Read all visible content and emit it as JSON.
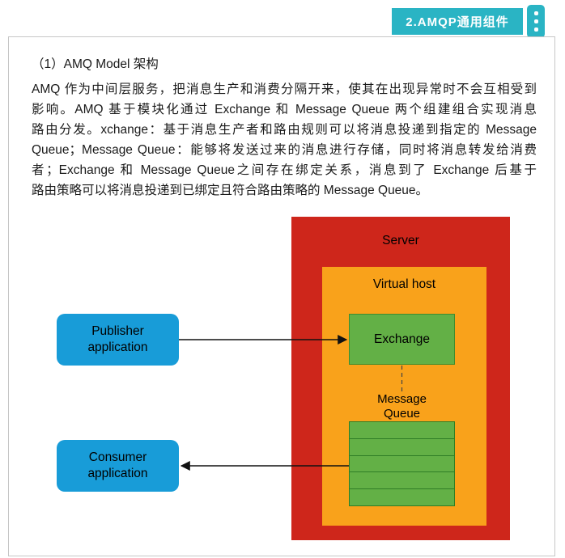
{
  "header": {
    "section_badge": "2.AMQP通用组件"
  },
  "article": {
    "heading": "（1）AMQ Model 架构",
    "body_lines": [
      "AMQ 作为中间层服务，把消息生产和消费分隔开来，使其在出现异常时不会互相受到",
      "影响。AMQ 基于模块化通过 Exchange 和 Message Queue 两个组建组合实现消息",
      "路由分发。xchange：基于消息生产者和路由规则可以将消息投递到指定的 Message",
      "Queue；Message Queue：能够将发送过来的消息进行存储，同时将消息转发给消费",
      "者；Exchange 和 Message Queue之间存在绑定关系，消息到了 Exchange 后基于",
      "路由策略可以将消息投递到已绑定且符合路由策略的 Message Queue。"
    ]
  },
  "diagram": {
    "server_label": "Server",
    "virtual_host_label": "Virtual host",
    "exchange_label": "Exchange",
    "message_queue": {
      "line1": "Message",
      "line2": "Queue"
    },
    "publisher": {
      "line1": "Publisher",
      "line2": "application"
    },
    "consumer": {
      "line1": "Consumer",
      "line2": "application"
    },
    "queue_rows": 5,
    "colors": {
      "accent_teal": "#2ab4c4",
      "server_red": "#ce261b",
      "virtual_host_orange": "#f9a21b",
      "node_green": "#63b046",
      "app_blue": "#189cd8"
    }
  }
}
